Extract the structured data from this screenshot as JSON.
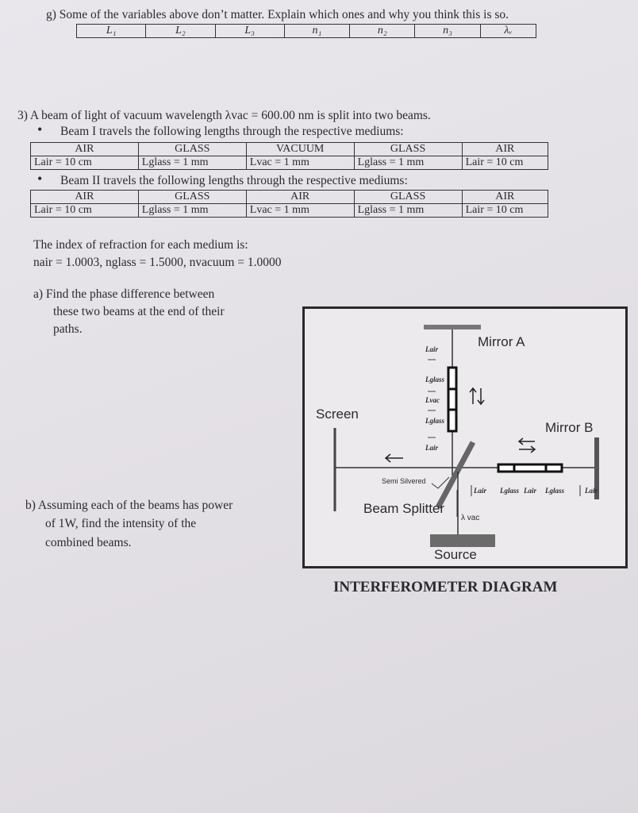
{
  "part_g": {
    "question": "g) Some of the variables above don’t matter. Explain which ones and why you think this is so.",
    "variables": [
      "L₁",
      "L₂",
      "L₃",
      "n₁",
      "n₂",
      "n₃",
      "λᵥ"
    ]
  },
  "problem3": {
    "intro": "3) A beam of light of vacuum wavelength λvac = 600.00 nm is split into two beams.",
    "beam1_label": "Beam I travels the following lengths through the respective mediums:",
    "beam1_headers": [
      "AIR",
      "GLASS",
      "VACUUM",
      "GLASS",
      "AIR"
    ],
    "beam1_values": [
      "Lair = 10 cm",
      "Lglass = 1 mm",
      "Lvac = 1 mm",
      "Lglass = 1 mm",
      "Lair = 10 cm"
    ],
    "beam2_label": "Beam II travels the following lengths through the respective mediums:",
    "beam2_headers": [
      "AIR",
      "GLASS",
      "AIR",
      "GLASS",
      "AIR"
    ],
    "beam2_values": [
      "Lair = 10 cm",
      "Lglass = 1 mm",
      "Lvac = 1 mm",
      "Lglass = 1 mm",
      "Lair = 10 cm"
    ],
    "index_intro": "The index of refraction for each medium is:",
    "index_values": "nair = 1.0003, nglass = 1.5000, nvacuum = 1.0000"
  },
  "part_a": {
    "line1": "a)  Find the phase difference between",
    "line2": "these two beams at the end of their",
    "line3": "paths."
  },
  "part_b": {
    "line1": "b)  Assuming each of the beams has power",
    "line2": "of 1W, find the intensity of the",
    "line3": "combined beams."
  },
  "diagram": {
    "caption": "INTERFEROMETER DIAGRAM",
    "mirror_a": "Mirror A",
    "mirror_b": "Mirror B",
    "screen": "Screen",
    "source": "Source",
    "beam_splitter": "Beam Splitter",
    "semi_silvered": "Semi Silvered",
    "lambda_vac": "λ vac",
    "vertical_labels": [
      "Lair",
      "Lglass",
      "Lvac",
      "Lglass",
      "Lair"
    ],
    "horizontal_labels": [
      "Lair",
      "Lglass",
      "Lair",
      "Lglass",
      "Lair"
    ]
  }
}
